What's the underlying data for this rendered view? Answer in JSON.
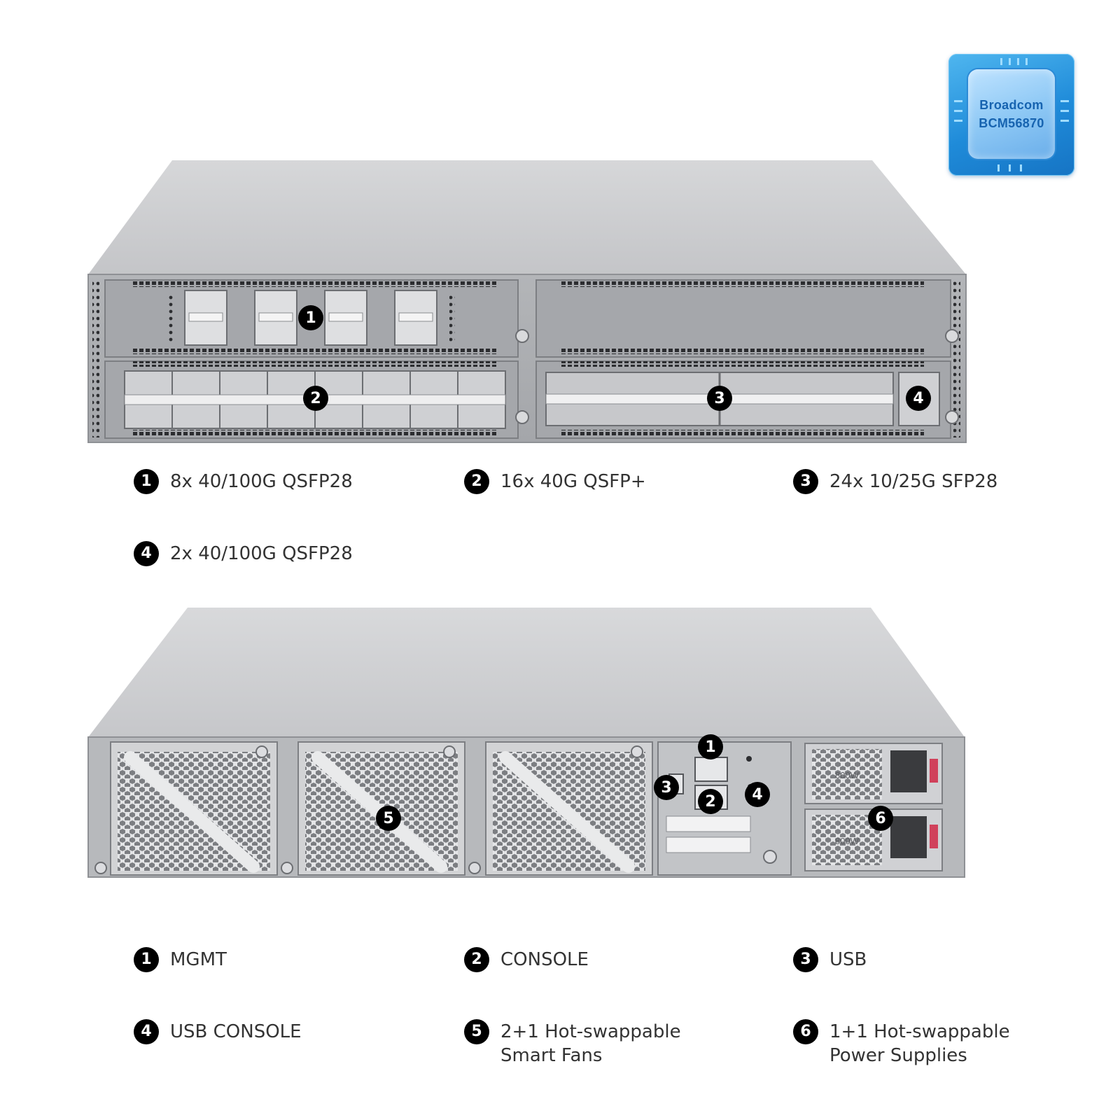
{
  "chip": {
    "line1": "Broadcom",
    "line2": "BCM56870"
  },
  "front_callouts": [
    "1",
    "2",
    "3",
    "4"
  ],
  "rear_callouts": [
    "1",
    "2",
    "3",
    "4",
    "5",
    "6"
  ],
  "front_labels": [
    {
      "num": "1",
      "text": "8x 40/100G QSFP28"
    },
    {
      "num": "2",
      "text": "16x 40G QSFP+"
    },
    {
      "num": "3",
      "text": "24x 10/25G SFP28"
    },
    {
      "num": "4",
      "text": "2x 40/100G QSFP28"
    }
  ],
  "rear_labels": [
    {
      "num": "1",
      "text": "MGMT"
    },
    {
      "num": "2",
      "text": "CONSOLE"
    },
    {
      "num": "3",
      "text": "USB"
    },
    {
      "num": "4",
      "text": "USB CONSOLE"
    },
    {
      "num": "5",
      "text": "2+1 Hot-swappable\nSmart Fans"
    },
    {
      "num": "6",
      "text": "1+1 Hot-swappable\nPower Supplies"
    }
  ],
  "psu_rating": "800W",
  "colors": {
    "chassis": "#c9cacc",
    "panel": "#9c9fa3",
    "badge": "#000000",
    "chip": "#1f8bd9"
  }
}
